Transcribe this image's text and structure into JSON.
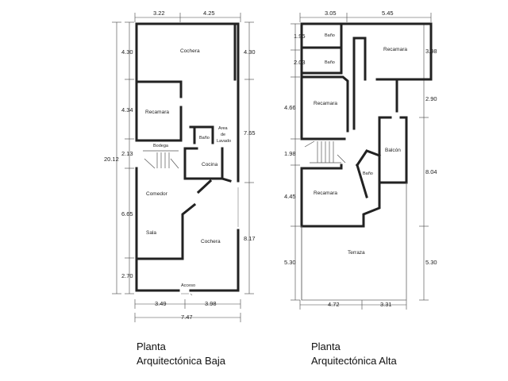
{
  "plans": {
    "ground": {
      "caption_line1": "Planta",
      "caption_line2": "Arquitectónica Baja",
      "dims": {
        "top_left": "3.22",
        "top_right": "4.25",
        "left_1": "4.30",
        "left_2": "4.34",
        "left_3": "2.13",
        "left_4": "6.65",
        "left_5": "2.70",
        "total_height": "20.12",
        "right_1": "4.30",
        "right_2": "7.65",
        "right_3": "8.17",
        "bottom_left": "3.49",
        "bottom_right": "3.98",
        "total_width": "7.47"
      },
      "rooms": {
        "cochera_top": "Cochera",
        "recamara": "Recamara",
        "bano": "Baño",
        "area_line1": "Area",
        "area_line2": "de",
        "area_line3": "Lavado",
        "bodega": "Bodega",
        "cocina": "Cocina",
        "comedor": "Comedor",
        "sala": "Sala",
        "cochera_bottom": "Cochera",
        "acceso": "Acceso"
      }
    },
    "upper": {
      "caption_line1": "Planta",
      "caption_line2": "Arquitectónica Alta",
      "dims": {
        "top_left": "3.05",
        "top_right": "5.45",
        "left_1": "1.95",
        "left_2": "2.03",
        "left_3": "4.66",
        "left_4": "1.98",
        "left_5": "4.45",
        "left_6": "5.30",
        "right_1": "3.98",
        "right_2": "2.90",
        "right_3": "8.04",
        "right_4": "5.30",
        "bottom_left": "4.72",
        "bottom_right": "3.31"
      },
      "rooms": {
        "bano_1": "Baño",
        "recamara_top": "Recamara",
        "bano_2": "Baño",
        "recamara_left": "Recamara",
        "balcon": "Balcón",
        "bano_3": "Baño",
        "recamara_bottom": "Recamara",
        "terraza": "Terraza"
      }
    }
  }
}
